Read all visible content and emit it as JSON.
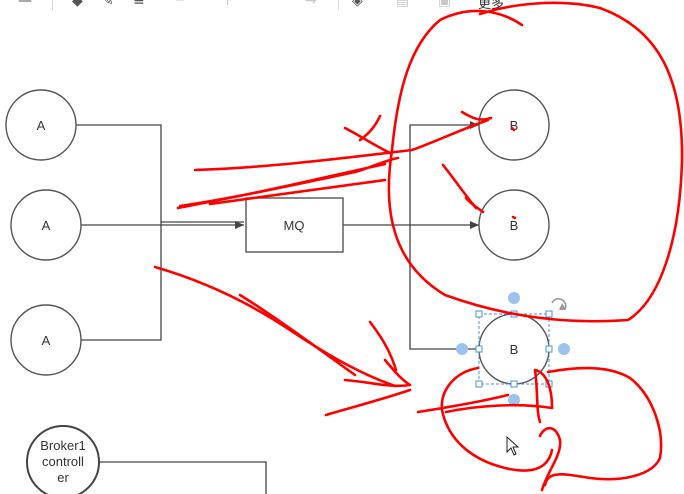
{
  "toolbar": {
    "icons": [
      "line-icon",
      "fill-color-icon",
      "line-color-icon",
      "line-style-icon",
      "dash-style-icon",
      "waypoint-icon",
      "arrow-icon",
      "layers-icon",
      "align-icon",
      "group-icon"
    ],
    "more_label": "更多"
  },
  "diagram": {
    "nodes": {
      "a1": "A",
      "a2": "A",
      "a3": "A",
      "mq": "MQ",
      "b1": "B",
      "b2": "B",
      "b3": "B",
      "broker": [
        "Broker1",
        "controll",
        "er"
      ]
    },
    "colors": {
      "annotation": "#ff0000",
      "selection": "#4a90e2",
      "stroke": "#444444"
    }
  }
}
